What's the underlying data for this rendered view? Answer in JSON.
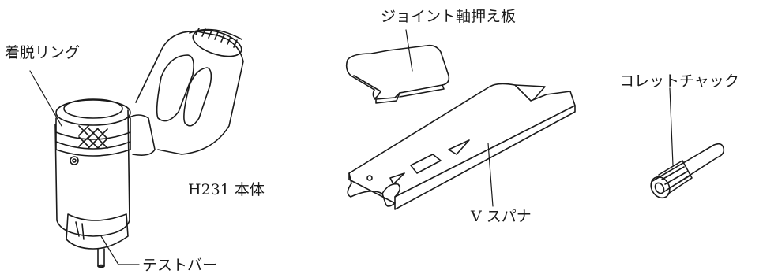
{
  "labels": {
    "release_ring": "着脱リング",
    "body": "H231 本体",
    "test_bar": "テストバー",
    "joint_plate": "ジョイント軸押え板",
    "v_spanner": "V スパナ",
    "collet_chuck": "コレットチャック"
  },
  "colors": {
    "line": "#1a1a1a",
    "background": "#ffffff"
  }
}
